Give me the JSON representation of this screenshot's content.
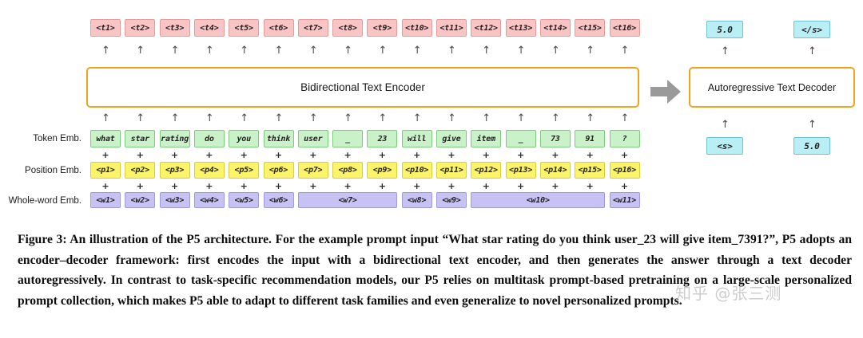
{
  "figure": {
    "encoder": {
      "label": "Bidirectional Text Encoder"
    },
    "decoder": {
      "label": "Autoregressive Text Decoder"
    },
    "row_labels": {
      "token": "Token Emb.",
      "position": "Position Emb.",
      "wholeword": "Whole-word Emb."
    },
    "output_tokens": [
      "<t1>",
      "<t2>",
      "<t3>",
      "<t4>",
      "<t5>",
      "<t6>",
      "<t7>",
      "<t8>",
      "<t9>",
      "<t10>",
      "<t11>",
      "<t12>",
      "<t13>",
      "<t14>",
      "<t15>",
      "<t16>"
    ],
    "token_emb": [
      "what",
      "star",
      "rating",
      "do",
      "you",
      "think",
      "user",
      "_",
      "23",
      "will",
      "give",
      "item",
      "_",
      "73",
      "91",
      "?"
    ],
    "position_emb": [
      "<p1>",
      "<p2>",
      "<p3>",
      "<p4>",
      "<p5>",
      "<p6>",
      "<p7>",
      "<p8>",
      "<p9>",
      "<p10>",
      "<p11>",
      "<p12>",
      "<p13>",
      "<p14>",
      "<p15>",
      "<p16>"
    ],
    "wholeword_emb": [
      {
        "label": "<w1>",
        "span": 1
      },
      {
        "label": "<w2>",
        "span": 1
      },
      {
        "label": "<w3>",
        "span": 1
      },
      {
        "label": "<w4>",
        "span": 1
      },
      {
        "label": "<w5>",
        "span": 1
      },
      {
        "label": "<w6>",
        "span": 1
      },
      {
        "label": "<w7>",
        "span": 3
      },
      {
        "label": "<w8>",
        "span": 1
      },
      {
        "label": "<w9>",
        "span": 1
      },
      {
        "label": "<w10>",
        "span": 4
      },
      {
        "label": "<w11>",
        "span": 1
      }
    ],
    "decoder_outputs": [
      "5.0",
      "</s>"
    ],
    "decoder_inputs": [
      "<s>",
      "5.0"
    ],
    "plus_symbol": "+",
    "arrow_symbol": "↑",
    "colors": {
      "token_box": "#f9c4c4",
      "token_emb_box": "#c9f2c9",
      "position_box": "#fbf36a",
      "wholeword_box": "#c6c3f4",
      "decoder_box": "#b9eef5",
      "module_border": "#f0a41e",
      "flow_arrow": "#9a9a9a"
    }
  },
  "caption": {
    "text": "Figure 3: An illustration of the P5 architecture. For the example prompt input “What star rating do you think user_23 will give item_7391?”, P5 adopts an encoder–decoder framework: first encodes the input with a bidirectional text encoder, and then generates the answer through a text decoder autoregressively. In contrast to task-specific recommendation models, our P5 relies on multitask prompt-based pretraining on a large-scale personalized prompt collection, which makes P5 able to adapt to different task families and even generalize to novel personalized prompts."
  },
  "watermark": {
    "text": "知乎 @张三测"
  }
}
